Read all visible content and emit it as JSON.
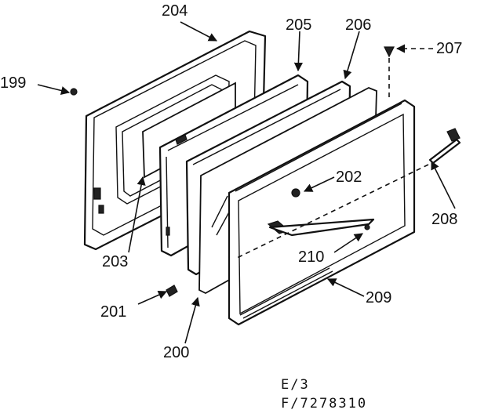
{
  "labels": {
    "l199": "199",
    "l200": "200",
    "l201": "201",
    "l202": "202",
    "l203": "203",
    "l204": "204",
    "l205": "205",
    "l206": "206",
    "l207": "207",
    "l208": "208",
    "l209": "209",
    "l210": "210"
  },
  "footer": {
    "line1": "E/3",
    "line2": "F/7278310"
  },
  "colors": {
    "ink": "#111111",
    "paper": "#ffffff"
  }
}
